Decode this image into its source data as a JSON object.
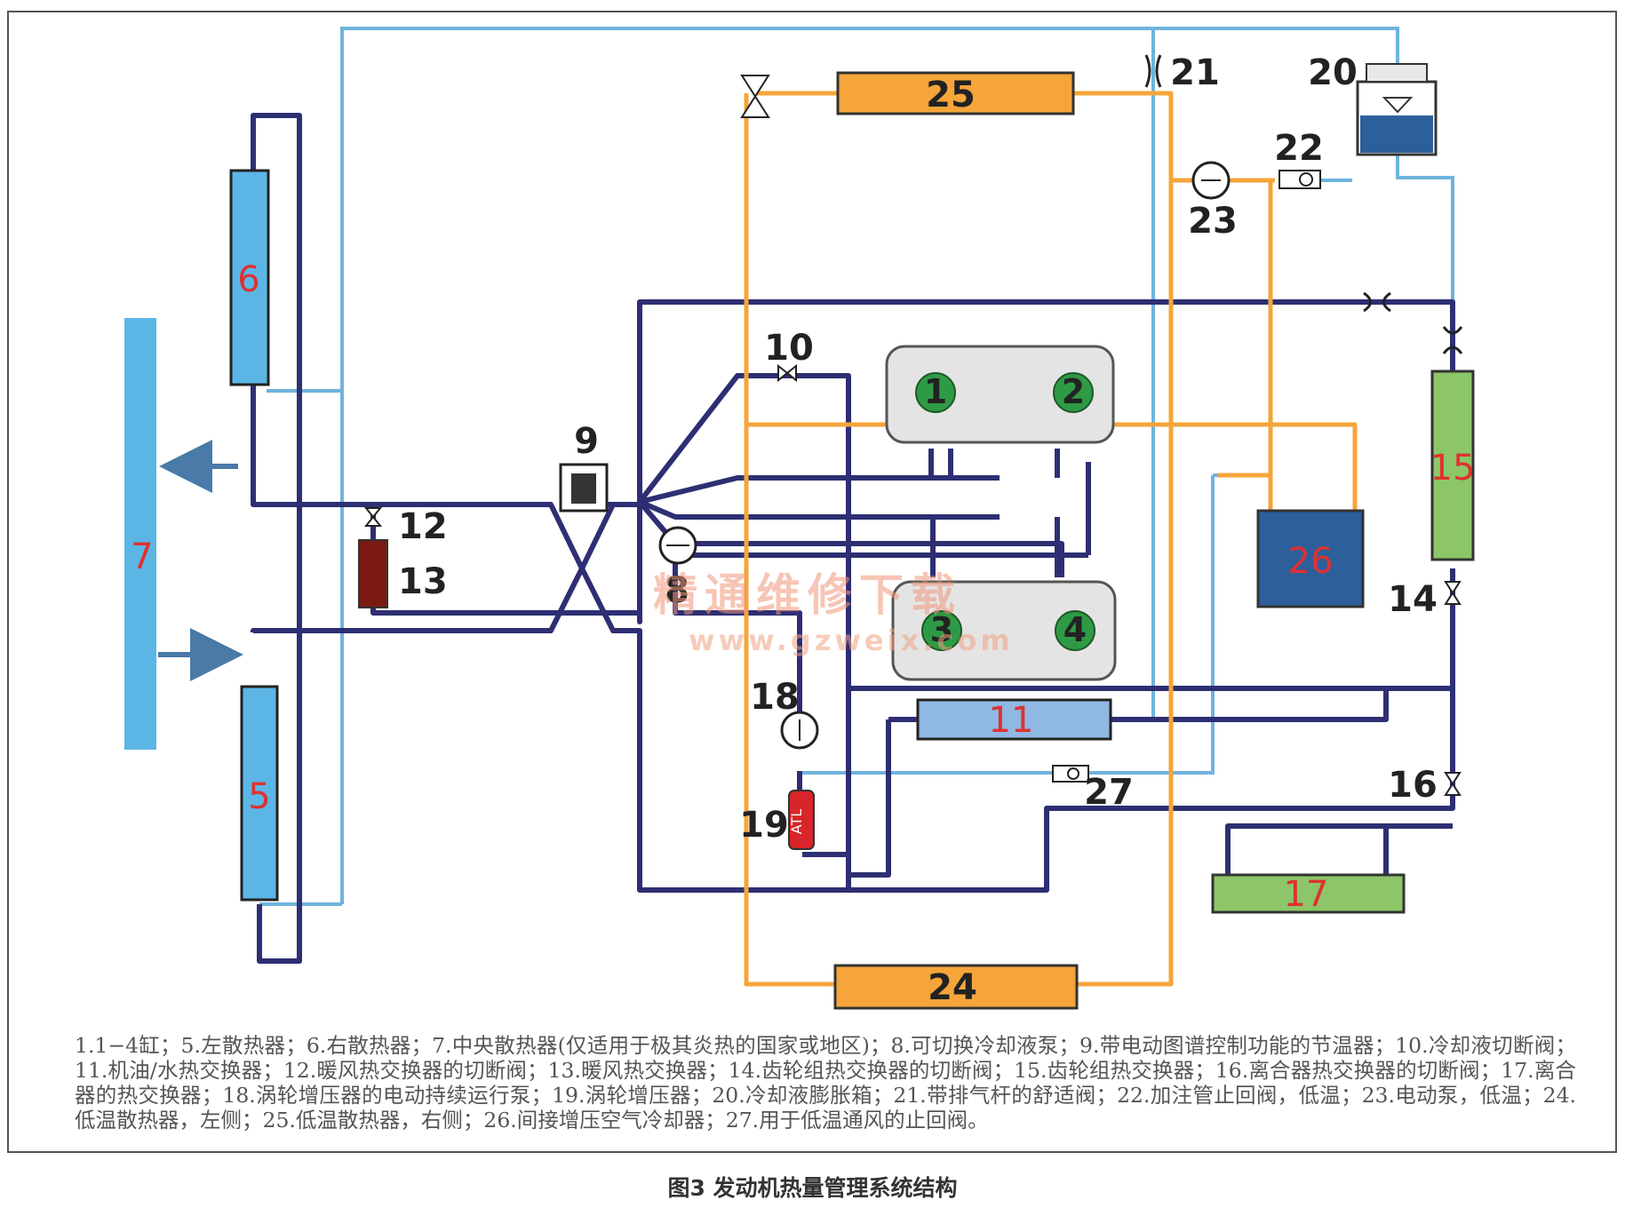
{
  "components": {
    "c1": "1",
    "c2": "2",
    "c3": "3",
    "c4": "4",
    "c5": "5",
    "c6": "6",
    "c7": "7",
    "c8": "8",
    "c9": "9",
    "c10": "10",
    "c11": "11",
    "c12": "12",
    "c13": "13",
    "c14": "14",
    "c15": "15",
    "c16": "16",
    "c17": "17",
    "c18": "18",
    "c19": "19",
    "c20": "20",
    "c21": "21",
    "c22": "22",
    "c23": "23",
    "c24": "24",
    "c25": "25",
    "c26": "26",
    "c27": "27",
    "atl": "ATL"
  },
  "colors": {
    "hot_circuit": "#2e2f73",
    "low_temp_circuit": "#f5a53a",
    "vent_circuit": "#6fb3dd",
    "radiator_blue": "#5bb6e6",
    "cooler_green": "#8cc668",
    "cylinder_green": "#2f9a45",
    "tank_blue": "#2d5f9a",
    "red_label": "#e03030"
  },
  "legend": "1.1−4缸；5.左散热器；6.右散热器；7.中央散热器(仅适用于极其炎热的国家或地区)；8.可切换冷却液泵；9.带电动图谱控制功能的节温器；10.冷却液切断阀；11.机油/水热交换器；12.暖风热交换器的切断阀；13.暖风热交换器；14.齿轮组热交换器的切断阀；15.齿轮组热交换器；16.离合器热交换器的切断阀；17.离合器的热交换器；18.涡轮增压器的电动持续运行泵；19.涡轮增压器；20.冷却液膨胀箱；21.带排气杆的舒适阀；22.加注管止回阀，低温；23.电动泵，低温；24.低温散热器，左侧；25.低温散热器，右侧；26.间接增压空气冷却器；27.用于低温通风的止回阀。",
  "caption": "图3 发动机热量管理系统结构",
  "watermark": {
    "text": "精通维修下载",
    "url": "www.gzweix.com"
  }
}
